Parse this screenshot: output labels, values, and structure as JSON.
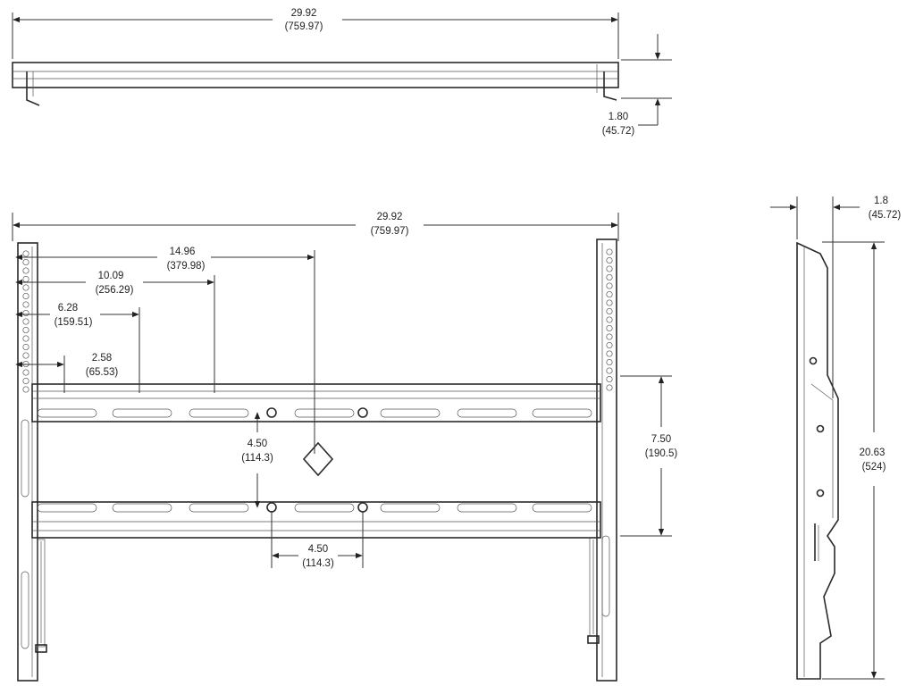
{
  "top_view": {
    "width_in": "29.92",
    "width_mm": "(759.97)",
    "depth_in": "1.80",
    "depth_mm": "(45.72)"
  },
  "front_view": {
    "width_in": "29.92",
    "width_mm": "(759.97)",
    "offset_center_in": "14.96",
    "offset_center_mm": "(379.98)",
    "offset_1009_in": "10.09",
    "offset_1009_mm": "(256.29)",
    "offset_628_in": "6.28",
    "offset_628_mm": "(159.51)",
    "offset_258_in": "2.58",
    "offset_258_mm": "(65.53)",
    "vertical_hole_spacing_in": "4.50",
    "vertical_hole_spacing_mm": "(114.3)",
    "horizontal_hole_spacing_in": "4.50",
    "horizontal_hole_spacing_mm": "(114.3)",
    "rail_span_in": "7.50",
    "rail_span_mm": "(190.5)"
  },
  "side_view": {
    "depth_in": "1.8",
    "depth_mm": "(45.72)",
    "height_in": "20.63",
    "height_mm": "(524)"
  }
}
